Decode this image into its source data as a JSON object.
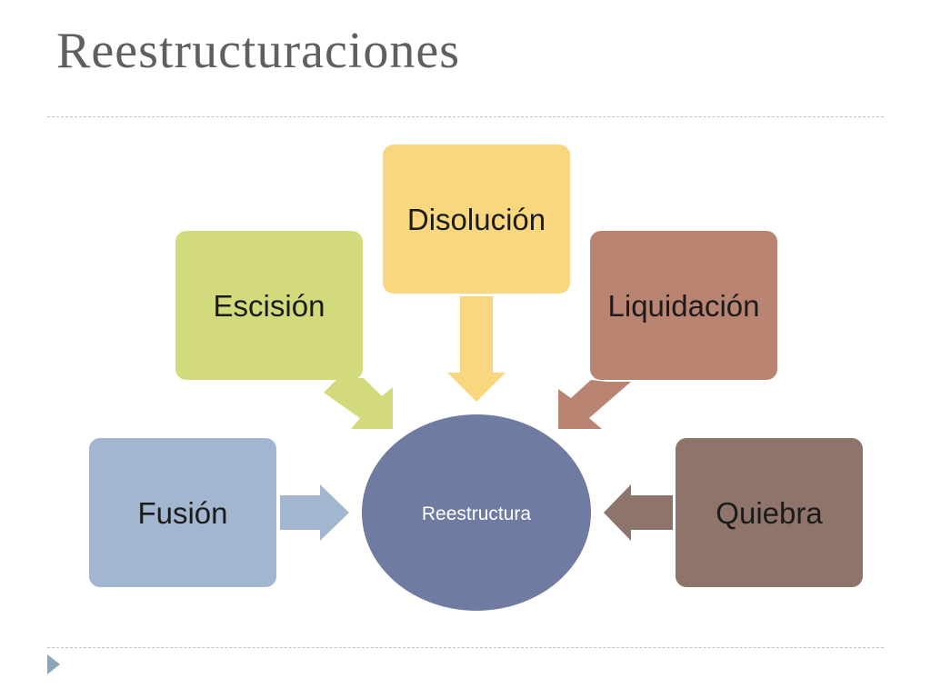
{
  "slide": {
    "title": "Reestructuraciones"
  },
  "diagram": {
    "center": {
      "label": "Reestructura",
      "color": "#6f7ba0"
    },
    "nodes": [
      {
        "key": "fusion",
        "label": "Fusión",
        "color": "#a2b6cf",
        "arrow_color": "#a2b6cf"
      },
      {
        "key": "escision",
        "label": "Escisión",
        "color": "#d3da7c",
        "arrow_color": "#d3da7c"
      },
      {
        "key": "disolucion",
        "label": "Disolución",
        "color": "#f8d77e",
        "arrow_color": "#f8d77e"
      },
      {
        "key": "liquidacion",
        "label": "Liquidación",
        "color": "#b98572",
        "arrow_color": "#b98572"
      },
      {
        "key": "quiebra",
        "label": "Quiebra",
        "color": "#8e746b",
        "arrow_color": "#8e746b"
      }
    ]
  },
  "nav": {
    "icon": "play-triangle-icon",
    "color": "#8aa6b8"
  }
}
